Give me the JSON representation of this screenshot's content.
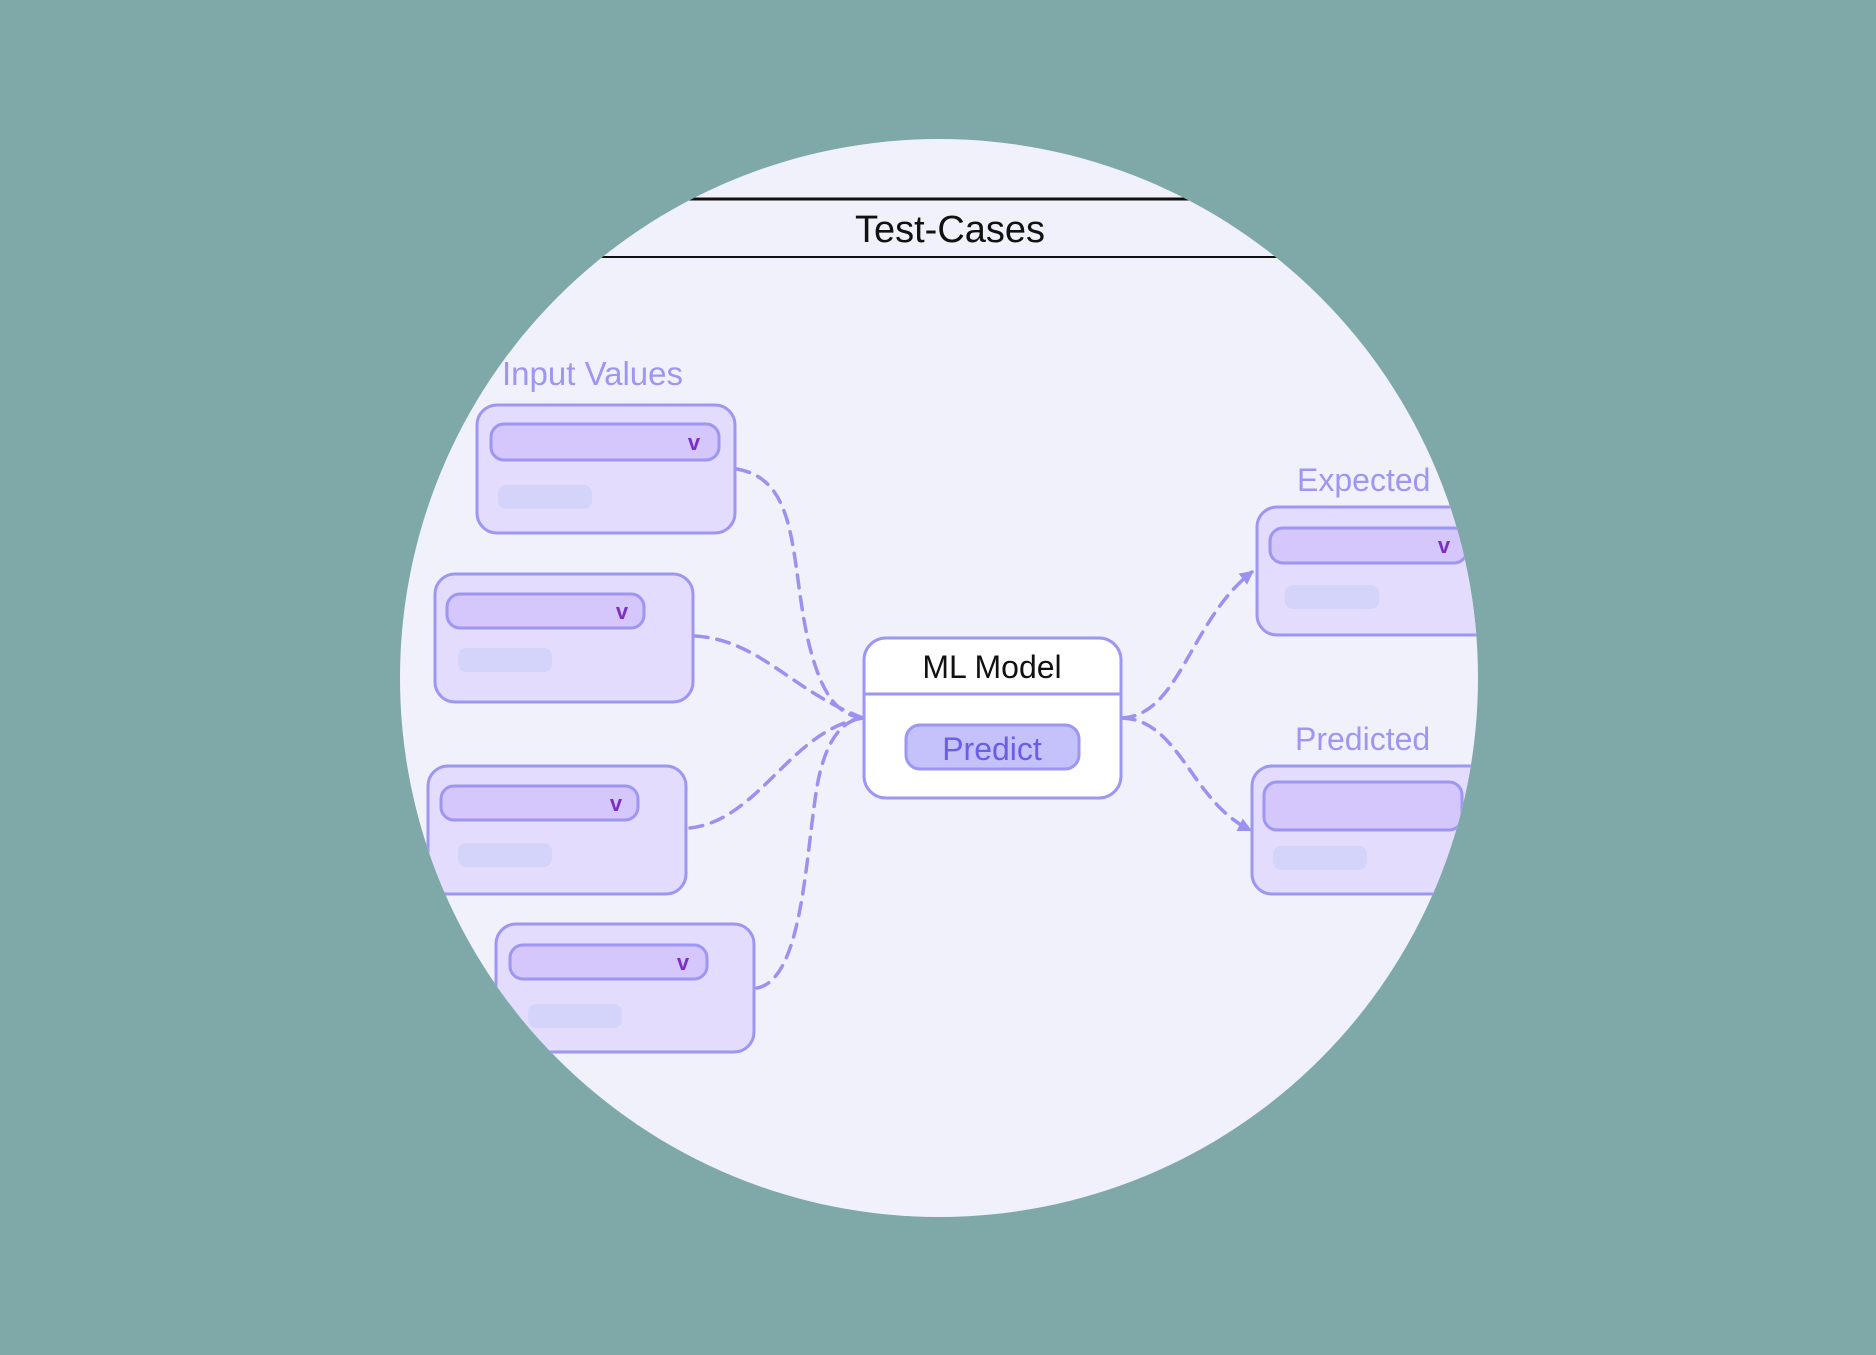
{
  "title": "Test-Cases",
  "inputs": {
    "label": "Input Values",
    "items": [
      {
        "chevron": "v"
      },
      {
        "chevron": "v"
      },
      {
        "chevron": "v"
      },
      {
        "chevron": "v"
      }
    ]
  },
  "model": {
    "label": "ML Model",
    "button": "Predict"
  },
  "expected": {
    "label": "Expected",
    "chevron": "v"
  },
  "predicted": {
    "label": "Predicted"
  },
  "colors": {
    "background": "#7ea9a8",
    "circle": "#f1f1fc",
    "card_fill": "#e3dcfc",
    "card_stroke": "#9d96f2",
    "select_fill": "#d5c7fb",
    "chevron": "#7b2fc4",
    "label": "#9d96f2",
    "placeholder": "#d4d4fa",
    "dash": "#9a92ee"
  }
}
